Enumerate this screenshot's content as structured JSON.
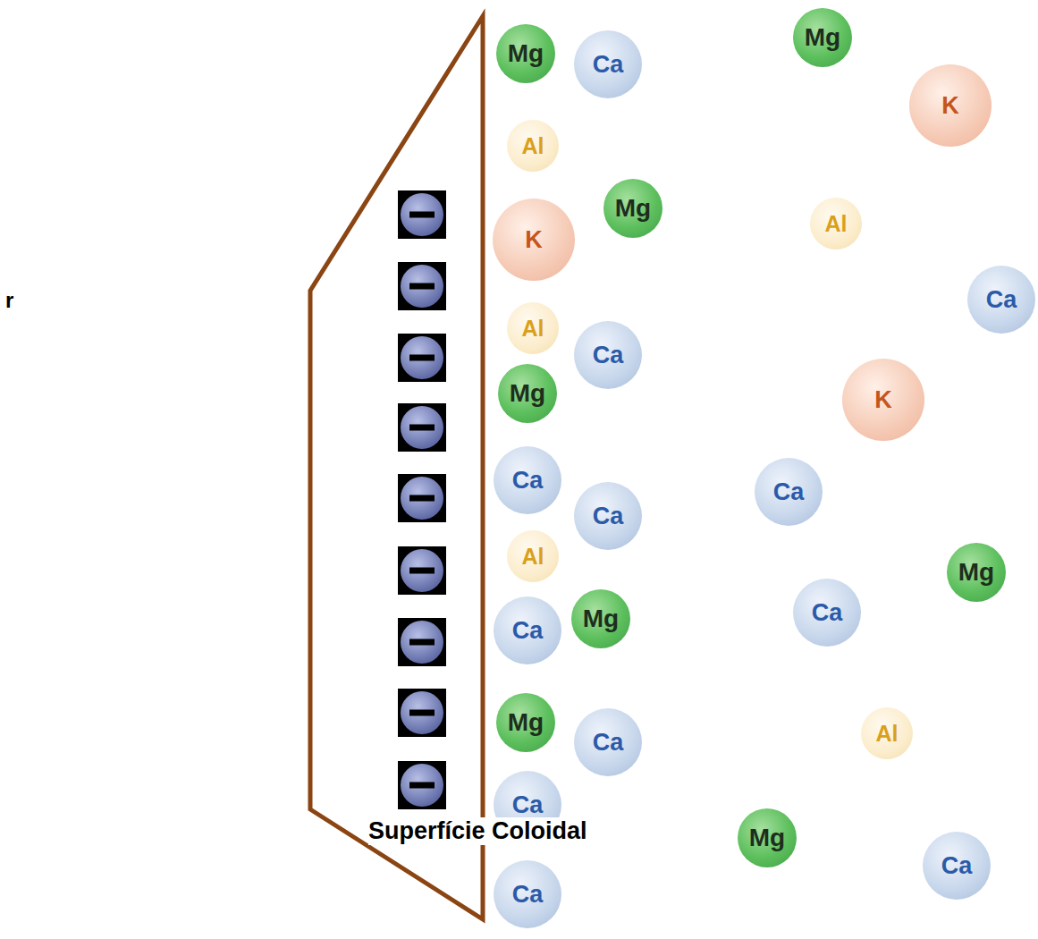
{
  "diagram": {
    "nodes": [
      {
        "text": [
          "Mg"
        ]
      },
      {
        "text": [
          "Mg"
        ]
      },
      {
        "text": [
          "Ca"
        ]
      },
      {
        "text": [
          "K"
        ]
      },
      {
        "text": [
          "Al"
        ]
      },
      {
        "text": [
          "Mg"
        ]
      },
      {
        "text": [
          "Al"
        ]
      },
      {
        "text": [
          "K"
        ]
      },
      {
        "text": [
          "Ca"
        ]
      },
      {
        "text": [
          "Al"
        ]
      },
      {
        "text": [
          "Ca"
        ]
      },
      {
        "text": [
          "Mg"
        ]
      },
      {
        "text": [
          "K"
        ]
      },
      {
        "text": [
          "Ca"
        ]
      },
      {
        "text": [
          "Ca"
        ]
      },
      {
        "text": [
          "Ca"
        ]
      },
      {
        "text": [
          "Al"
        ]
      },
      {
        "text": [
          "Mg"
        ]
      },
      {
        "text": [
          "Ca"
        ]
      },
      {
        "text": [
          "Mg"
        ]
      },
      {
        "text": [
          "Ca"
        ]
      },
      {
        "text": [
          "Mg"
        ]
      },
      {
        "text": [
          "Al"
        ]
      },
      {
        "text": [
          "Ca"
        ]
      },
      {
        "text": [
          "Ca"
        ]
      },
      {
        "text": [
          "Mg"
        ]
      },
      {
        "text": [
          "Ca"
        ]
      },
      {
        "text": [
          "Ca"
        ]
      }
    ],
    "labels": [
      "r",
      "Superfície Coloidal"
    ]
  }
}
